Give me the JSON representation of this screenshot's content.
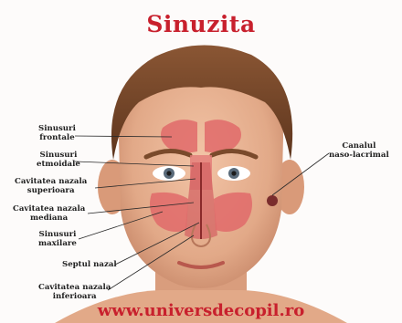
{
  "title": "Sinuzita",
  "website": "www.universdecopil.ro",
  "labels": {
    "sinusuri_frontale": [
      "Sinusuri",
      "frontale"
    ],
    "sinusuri_etmoidale": [
      "Sinusuri",
      "etmoidale"
    ],
    "cavitatea_superioara": [
      "Cavitatea nazala",
      "superioara"
    ],
    "cavitatea_mediana": [
      "Cavitatea nazala",
      "mediana"
    ],
    "sinusuri_maxilare": [
      "Sinusuri",
      "maxilare"
    ],
    "septul_nazal": [
      "Septul nazal"
    ],
    "cavitatea_inferioara": [
      "Cavitatea nazala",
      "inferioara"
    ],
    "canalul_naso_lacrimal": [
      "Canalul",
      "naso-lacrimal"
    ]
  },
  "colors": {
    "title": "#c8202d",
    "skin": "#e7b294",
    "hair": "#7a4a2b",
    "sinus": "#e06a6a"
  }
}
